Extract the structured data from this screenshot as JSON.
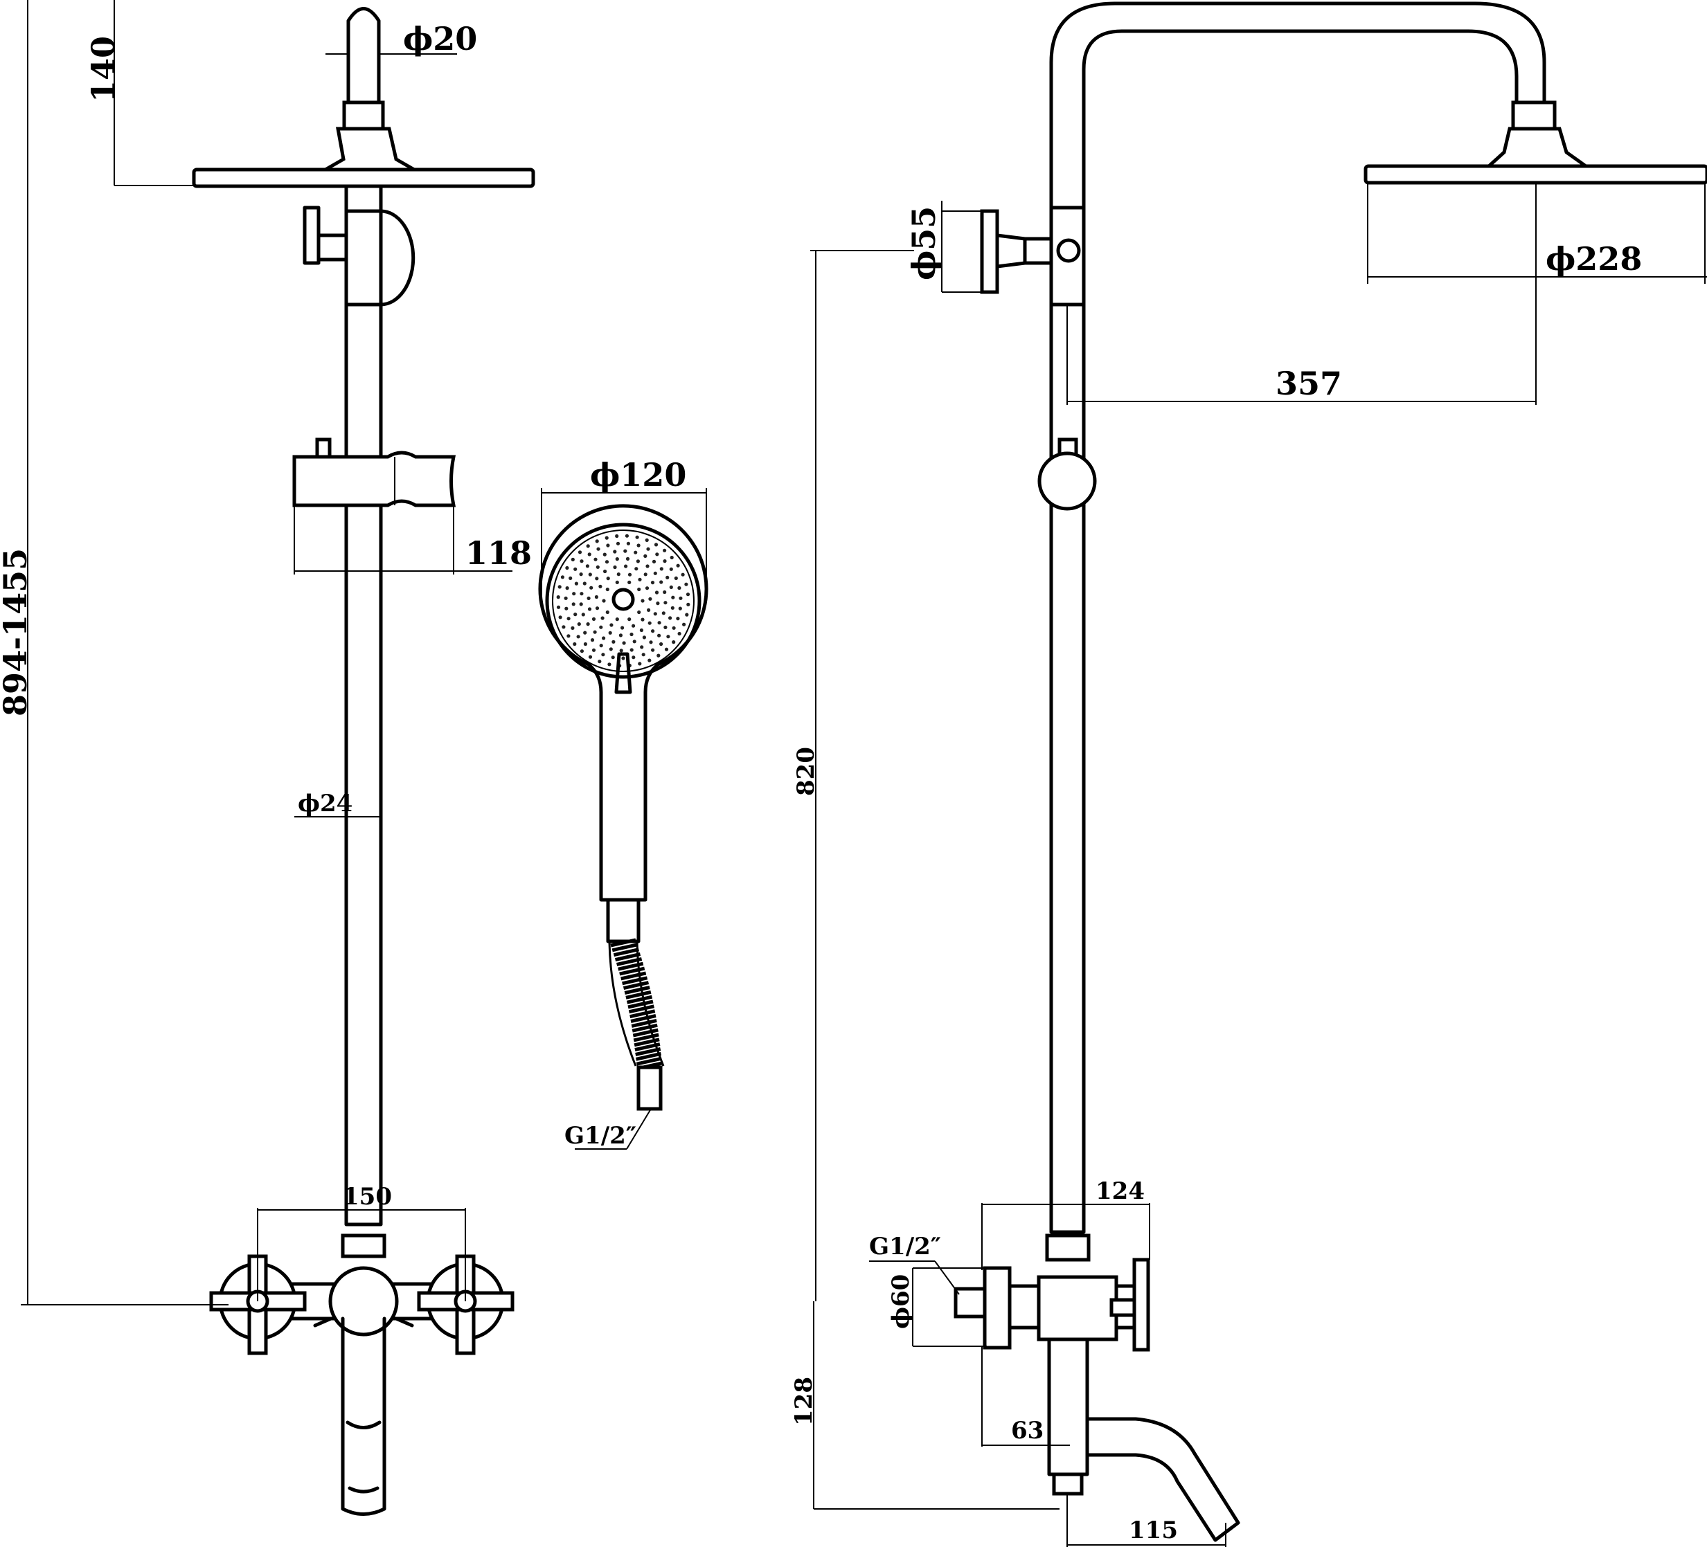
{
  "labels": {
    "height_range": "894-1455",
    "top_arm_height": "140",
    "arm_diameter": "ϕ20",
    "holder_width": "118",
    "rail_diameter": "ϕ24",
    "mixer_spacing": "150",
    "handshower_diameter": "ϕ120",
    "thread_hose": "G1/2″",
    "bracket_diameter": "ϕ55",
    "head_diameter": "ϕ228",
    "arm_reach": "357",
    "rail_height": "820",
    "mixer_depth": "124",
    "thread_inlet": "G1/2″",
    "flange_diameter": "ϕ60",
    "spout_height": "128",
    "inlet_offset": "63",
    "spout_reach": "115"
  },
  "colors": {
    "line": "#000000",
    "background": "#ffffff"
  }
}
